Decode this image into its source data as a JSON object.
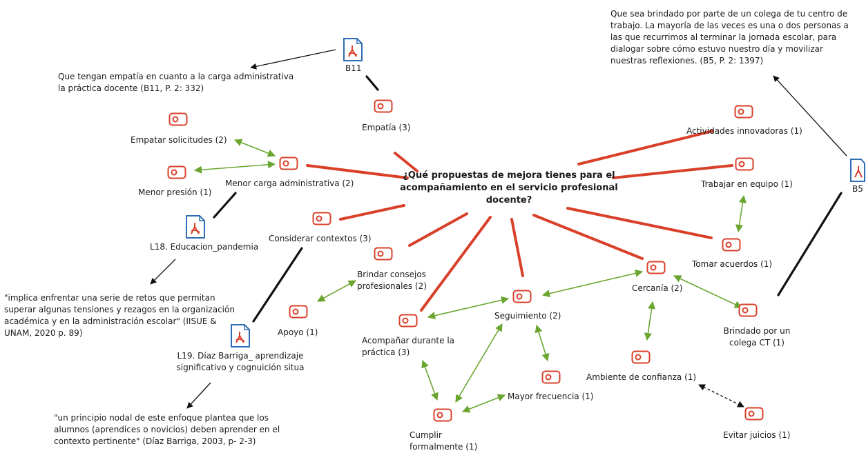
{
  "center_question": [
    "¿Qué propuestas de mejora tienes para el",
    "acompañamiento en el servicio profesional",
    "docente?"
  ],
  "codes": {
    "empatia": "Empatía (3)",
    "empatar": "Empatar solicitudes (2)",
    "menor_presion": "Menor presión (1)",
    "menor_carga": "Menor carga administrativa (2)",
    "considerar": "Considerar contextos (3)",
    "brindar_consejos": [
      "Brindar consejos",
      "profesionales (2)"
    ],
    "apoyo": "Apoyo (1)",
    "seguimiento": "Seguimiento (2)",
    "acompanar": [
      "Acompañar durante la",
      "práctica (3)"
    ],
    "mayor_frecuencia": "Mayor frecuencia (1)",
    "cumplir": [
      "Cumplir",
      "formalmente (1)"
    ],
    "cercania": "Cercanía (2)",
    "ambiente": "Ambiente de confianza (1)",
    "evitar": "Evitar juicios (1)",
    "brindado": [
      "Brindado por un",
      "colega CT (1)"
    ],
    "tomar": "Tomar acuerdos (1)",
    "trabajar": "Trabajar en equipo (1)",
    "actividades": "Actividades innovadoras (1)"
  },
  "documents": {
    "b11": "B11",
    "b5": "B5",
    "l18": "L18. Educacion_pandemia",
    "l19": [
      "L19. Díaz Barriga_ aprendizaje",
      "significativo y cognuición situa"
    ]
  },
  "quotes": {
    "b11": [
      "Que tengan empatía en cuanto a la carga administrativa",
      "la práctica docente (B11, P. 2: 332)"
    ],
    "b5": [
      "Que sea brindado por parte de un colega de tu centro de",
      "trabajo. La mayoría de las veces es una o dos personas a",
      "las que recurrimos al terminar la jornada escolar, para",
      "dialogar sobre cómo estuvo nuestro día y movilizar",
      "nuestras reflexiones. (B5, P. 2: 1397)"
    ],
    "l18": [
      "\"implica enfrentar una serie de retos que permitan",
      "superar algunas tensiones y rezagos en la organización",
      "académica y en la administración escolar\" (IISUE &",
      "UNAM, 2020 p. 89)"
    ],
    "l19": [
      "\"un principio nodal de este enfoque plantea que los",
      "alumnos (aprendices o novicios) deben aprender en el",
      "contexto pertinente\" (Díaz Barriga, 2003, p- 2-3)"
    ]
  },
  "colors": {
    "code_red": "#d9402a",
    "relation_green": "#6aa62f",
    "doc_blue": "#2f6db5",
    "line_black": "#111111"
  }
}
